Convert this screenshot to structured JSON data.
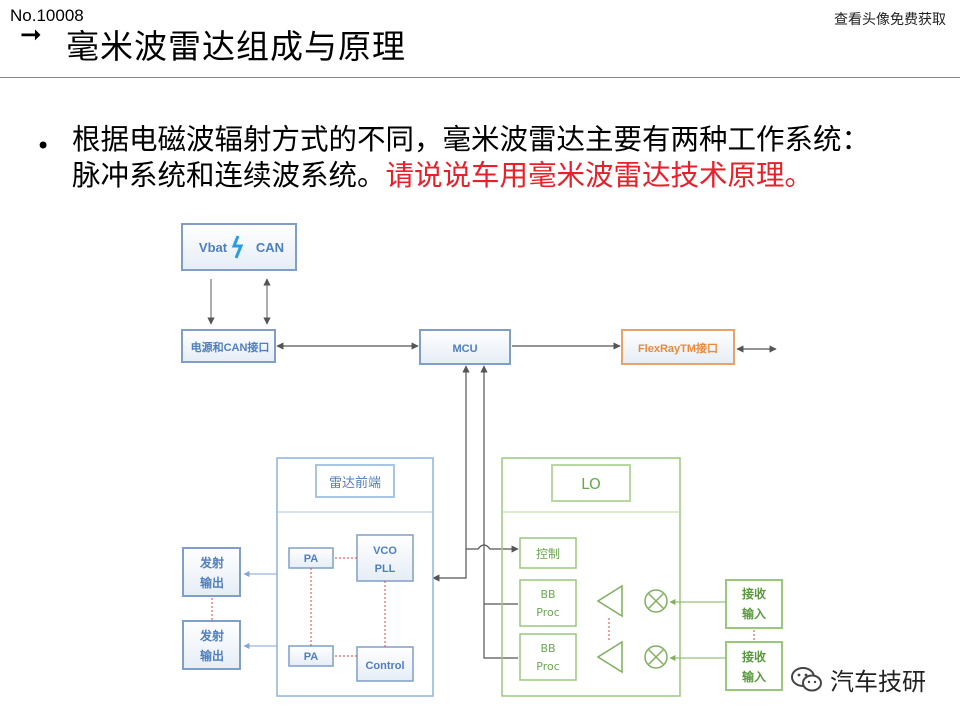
{
  "header": {
    "doc_number": "No.10008",
    "top_right_note": "查看头像免费获取",
    "title_arrow": "➞",
    "title": "毫米波雷达组成与原理"
  },
  "body": {
    "bullet": "•",
    "text_black": "根据电磁波辐射方式的不同，毫米波雷达主要有两种工作系统：脉冲系统和连续波系统。",
    "text_red": "请说说车用毫米波雷达技术原理。"
  },
  "diagram": {
    "vbat": "Vbat",
    "can": "CAN",
    "power_can_interface": "电源和CAN接口",
    "mcu": "MCU",
    "flexray_interface": "FlexRayTM接口",
    "radar_frontend": "雷达前端",
    "vco_pll": [
      "VCO",
      "PLL"
    ],
    "pa_top": "PA",
    "pa_bottom": "PA",
    "control": "Control",
    "tx_out_1": [
      "发射",
      "输出"
    ],
    "tx_out_2": [
      "发射",
      "输出"
    ],
    "lo": "LO",
    "ctrl": "控制",
    "bb_proc_1": [
      "BB",
      "Proc"
    ],
    "bb_proc_2": [
      "BB",
      "Proc"
    ],
    "rx_in_1": [
      "接收",
      "输入"
    ],
    "rx_in_2": [
      "接收",
      "输入"
    ]
  },
  "watermark": {
    "text": "汽车技研",
    "icon": "wechat-icon"
  },
  "colors": {
    "highlight": "#e8202a",
    "box_blue_text": "#4f7fbf",
    "box_orange_text": "#e88a3a",
    "box_green_text": "#6aa84f",
    "frame_blue": "#8fb4dc",
    "frame_green": "#9bc77a"
  }
}
